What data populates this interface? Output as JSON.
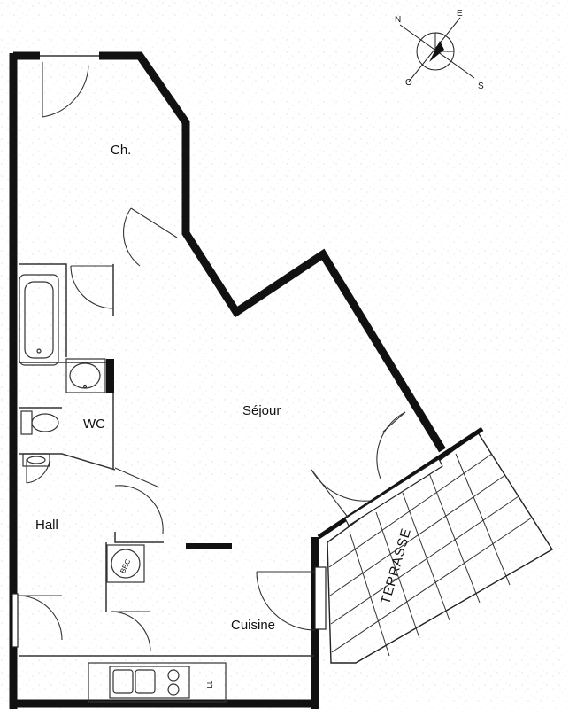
{
  "rooms": {
    "bedroom": "Ch.",
    "living": "Séjour",
    "wc": "WC",
    "hall": "Hall",
    "kitchen": "Cuisine",
    "terrace": "TERRASSE"
  },
  "compass": {
    "north": "N",
    "east": "E",
    "south": "S",
    "west": "O"
  },
  "fixtures": {
    "boiler": "BEC",
    "dishwasher": "LL"
  }
}
